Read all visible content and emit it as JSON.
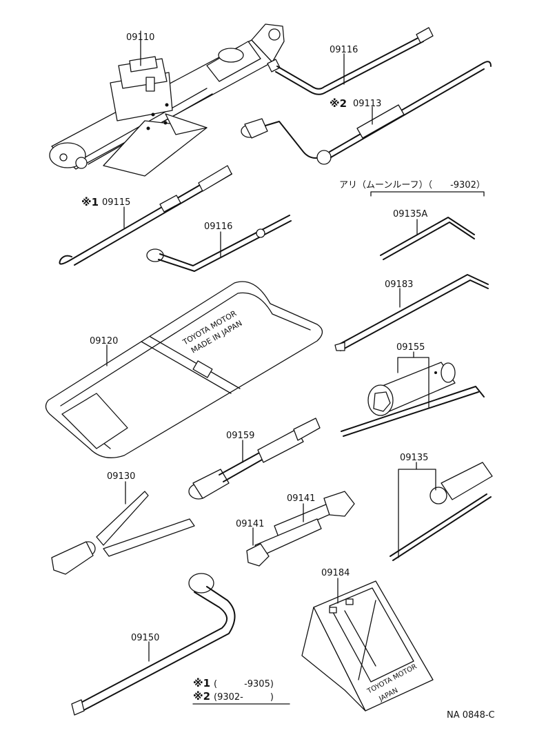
{
  "parts": {
    "jack": "09110",
    "handle_upper": "09116",
    "jack_handle": "09113",
    "jack_handle_mark": "※2",
    "moonroof_note": "アリ（ムーンルーフ）（　　-9302）",
    "hook_rod": "09115",
    "hook_rod_mark": "※1",
    "handle_lower": "09116",
    "pin_wrench": "09135A",
    "tool_bag": "09120",
    "tool_bag_print": "TOYOTA MOTOR",
    "tool_bag_print2": "MADE IN JAPAN",
    "lever": "09183",
    "plug_wrench_set": "09155",
    "extension_bar": "09159",
    "screwdriver_set": "09135",
    "pliers": "09130",
    "wrench_upper": "09141",
    "wrench_lower": "09141",
    "wheel_chock": "09184",
    "chock_print": "TOYOTA MOTOR",
    "chock_print2": "JAPAN",
    "lug_wrench": "09150"
  },
  "legend": {
    "line1_mark": "※1",
    "line1_text": "(　　　-9305)",
    "line2_mark": "※2",
    "line2_text": "(9302-　　　)"
  },
  "diagram_id": "NA 0848-C"
}
